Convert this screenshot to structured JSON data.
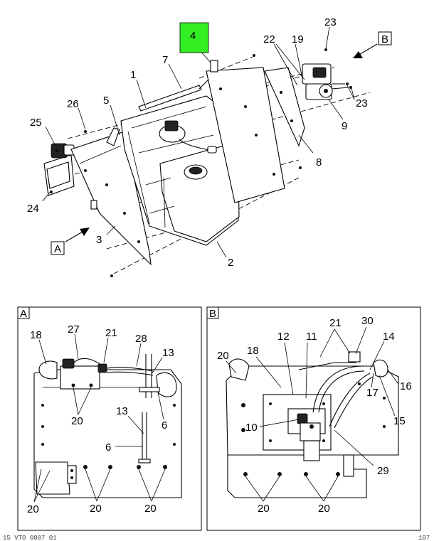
{
  "callouts": {
    "highlighted": "4",
    "main": {
      "c1": "1",
      "c2": "2",
      "c3": "3",
      "c5": "5",
      "c7": "7",
      "c8": "8",
      "c9": "9",
      "c19": "19",
      "c22": "22",
      "c23a": "23",
      "c23b": "23",
      "c24": "24",
      "c25": "25",
      "c26": "26"
    },
    "detail_a": {
      "c18": "18",
      "c27": "27",
      "c21": "21",
      "c28": "28",
      "c13a": "13",
      "c13b": "13",
      "c6a": "6",
      "c6b": "6",
      "c20a": "20",
      "c20b": "20",
      "c20c": "20",
      "c20d": "20"
    },
    "detail_b": {
      "c20a": "20",
      "c18": "18",
      "c12": "12",
      "c11": "11",
      "c21": "21",
      "c30": "30",
      "c14": "14",
      "c16": "16",
      "c17": "17",
      "c15": "15",
      "c10": "10",
      "c29": "29",
      "c20b": "20",
      "c20c": "20"
    }
  },
  "view_labels": {
    "main_a": "A",
    "main_b": "B",
    "panel_a": "A",
    "panel_b": "B"
  },
  "colors": {
    "highlight": "#33ee22",
    "line": "#000000"
  },
  "footer": {
    "left": "15 VTO 0007 01",
    "right": "107"
  }
}
